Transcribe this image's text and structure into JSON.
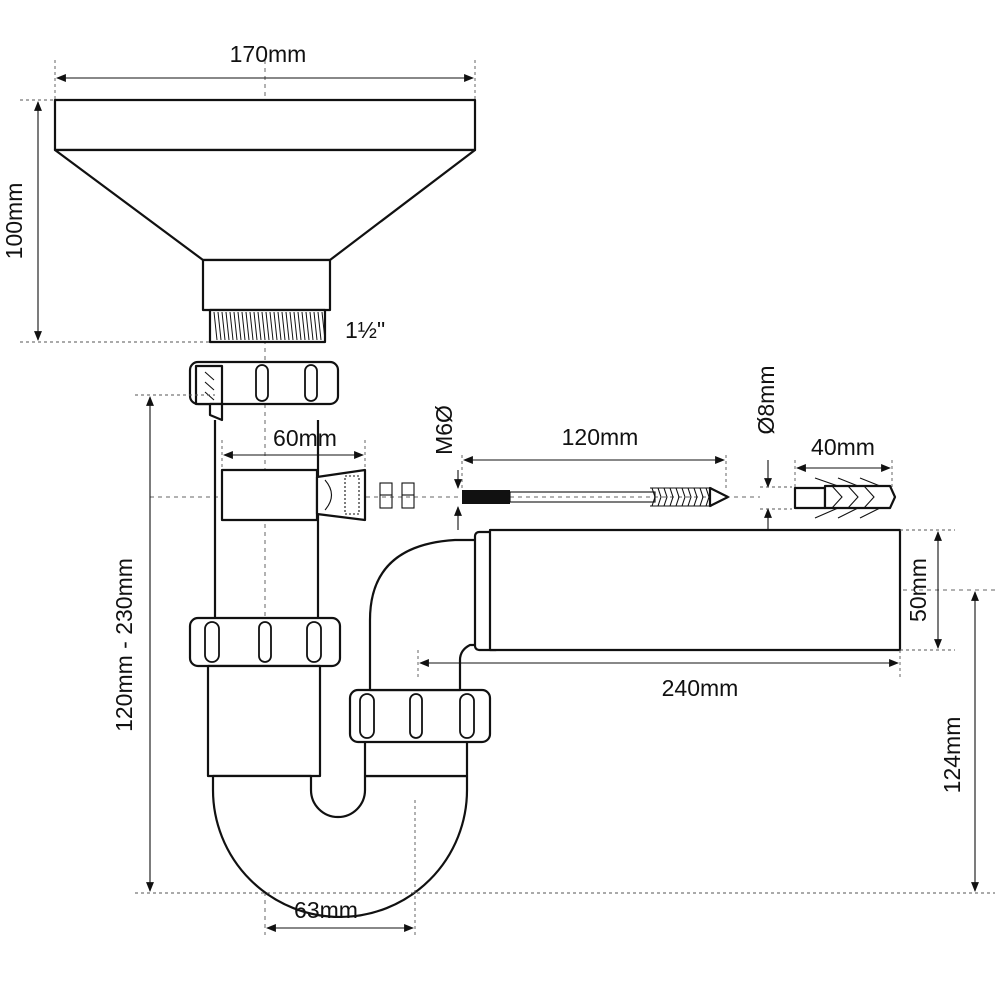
{
  "figure": {
    "labels": {
      "funnel_width": "170mm",
      "funnel_height": "100mm",
      "thread_size": "1½\"",
      "adjust_range": "120mm - 230mm",
      "connector_length": "60mm",
      "bolt_thread": "M6Ø",
      "screw_length": "120mm",
      "plug_diameter": "Ø8mm",
      "plug_length": "40mm",
      "outlet_diameter": "50mm",
      "outlet_length": "240mm",
      "outlet_height": "124mm",
      "trap_offset": "63mm"
    },
    "colors": {
      "line": "#111111",
      "background": "#ffffff"
    }
  }
}
